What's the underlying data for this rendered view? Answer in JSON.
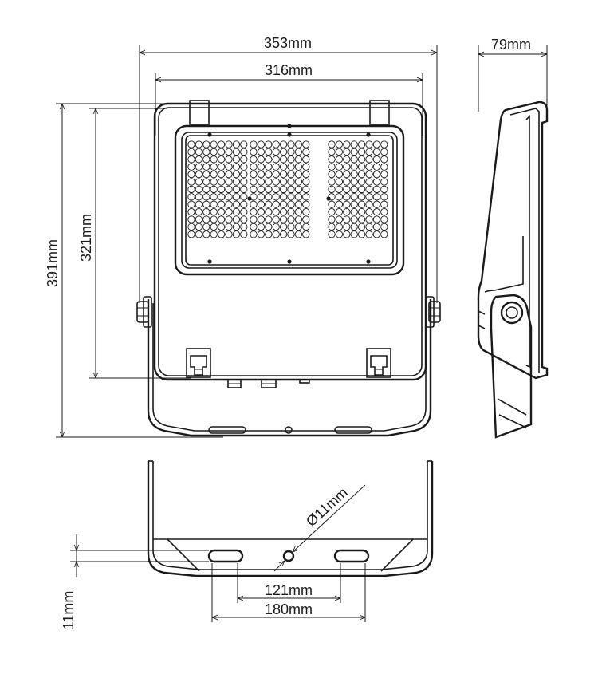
{
  "dimensions": {
    "overall_width": "353mm",
    "frame_width": "316mm",
    "depth": "79mm",
    "overall_height": "391mm",
    "frame_height": "321mm",
    "hole_diameter": "Ø11mm",
    "slot_spacing_inner": "121mm",
    "slot_spacing_outer": "180mm",
    "slot_height": "11mm"
  },
  "colors": {
    "line": "#1a1a1a",
    "background": "#ffffff"
  }
}
